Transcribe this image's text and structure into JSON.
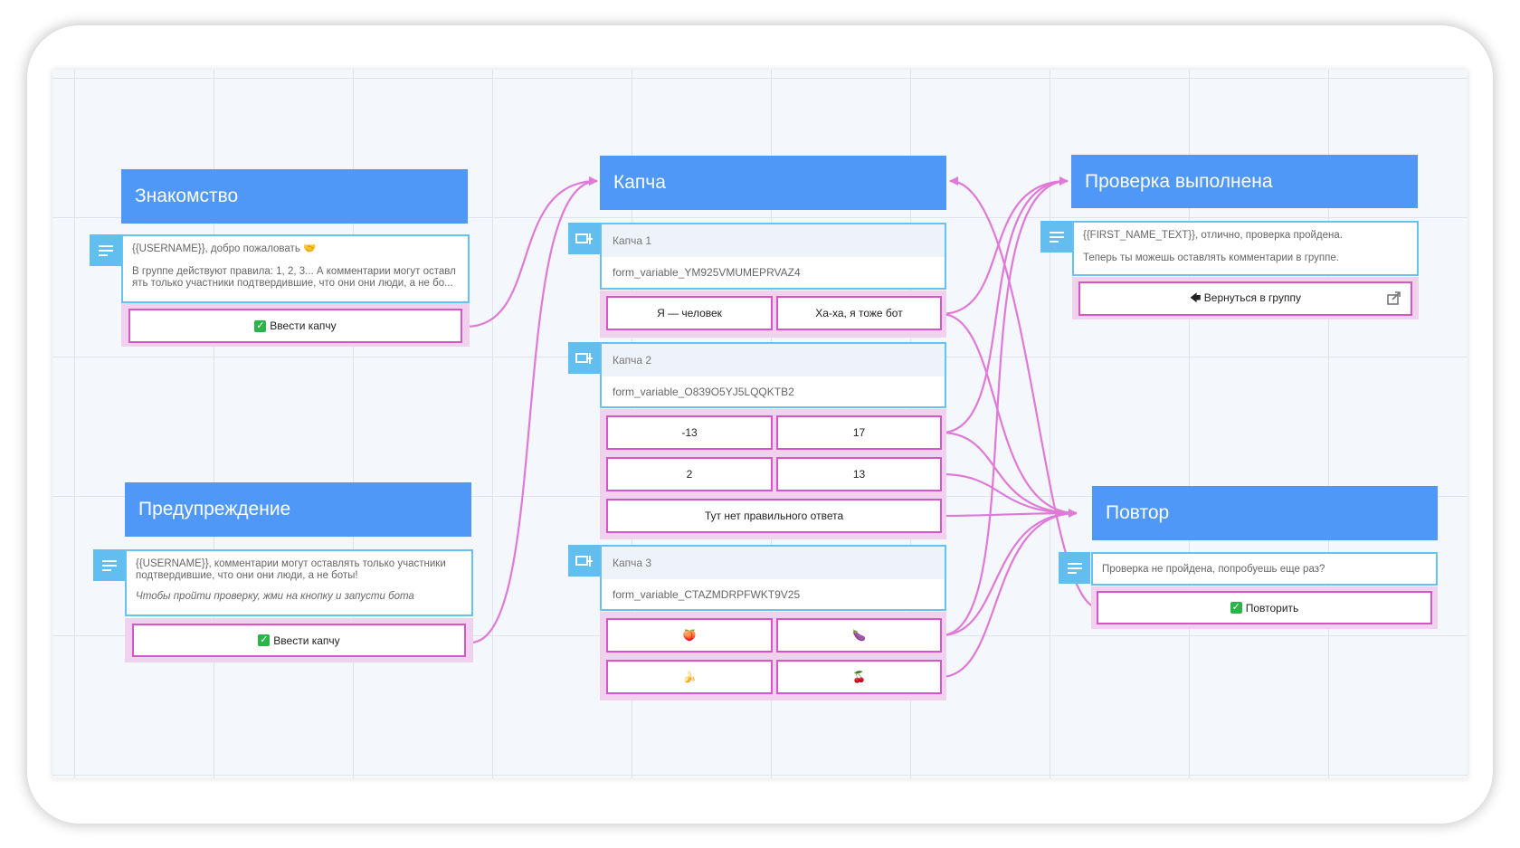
{
  "nodes": {
    "intro": {
      "title": "Знакомство",
      "line1": "{{USERNAME}}, добро пожаловать 🤝",
      "line2": "В группе действуют правила: 1, 2, 3... А комментарии могут оставл",
      "line3": "ять только участники подтвердившие, что они они люди, а не бо...",
      "button": "Ввести капчу"
    },
    "warning": {
      "title": "Предупреждение",
      "line1": "{{USERNAME}}, комментарии могут оставлять только участники",
      "line2": "подтвердившие, что они они люди, а не боты!",
      "line3": "Чтобы пройти проверку, жми на кнопку и запусти бота",
      "button": "Ввести капчу"
    },
    "captcha": {
      "title": "Капча",
      "blocks": [
        {
          "title": "Капча 1",
          "variable": "form_variable_YM925VMUMEPRVAZ4"
        },
        {
          "title": "Капча 2",
          "variable": "form_variable_O839O5YJ5LQQKTB2"
        },
        {
          "title": "Капча 3",
          "variable": "form_variable_CTAZMDRPFWKT9V25"
        }
      ],
      "buttons": {
        "b1": "Я — человек",
        "b2": "Ха-ха, я тоже бот",
        "b3": "-13",
        "b4": "17",
        "b5": "2",
        "b6": "13",
        "b7": "Тут нет правильного ответа",
        "b8": "🍑",
        "b9": "🍆",
        "b10": "🍌",
        "b11": "🍒"
      }
    },
    "success": {
      "title": "Проверка выполнена",
      "line1": "{{FIRST_NAME_TEXT}}, отлично, проверка пройдена.",
      "line2": "Теперь ты можешь оставлять комментарии в группе.",
      "button": "🡄 Вернуться в группу"
    },
    "retry": {
      "title": "Повтор",
      "line1": "Проверка не пройдена, попробуешь еще раз?",
      "button": "Повторить"
    }
  },
  "colors": {
    "header": "#4f98f7",
    "badge": "#63bef0",
    "button_border": "#d556c8",
    "wire": "#e07ad8"
  }
}
